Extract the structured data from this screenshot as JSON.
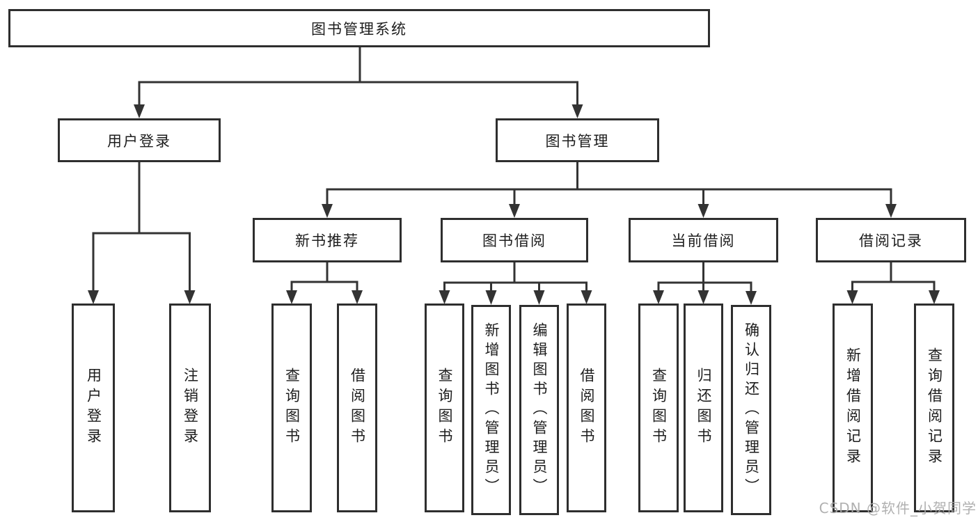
{
  "colors": {
    "line": "#333333",
    "box_border": "#2e2e2e",
    "text": "#1d1d1d",
    "watermark": "#aaaaaa",
    "background": "#ffffff"
  },
  "watermark": "CSDN @软件_小贺同学",
  "tree": {
    "root": {
      "label": "图书管理系统"
    },
    "branches": {
      "user": {
        "label": "用户登录",
        "children": {
          "login": "用户登录",
          "logout": "注销登录"
        }
      },
      "management": {
        "label": "图书管理",
        "groups": {
          "recommend": {
            "label": "新书推荐",
            "children": {
              "query": "查询图书",
              "borrow": "借阅图书"
            }
          },
          "borrowing": {
            "label": "图书借阅",
            "children": {
              "query": "查询图书",
              "add": "新增图书（管理员）",
              "edit": "编辑图书（管理员）",
              "borrow": "借阅图书"
            }
          },
          "current": {
            "label": "当前借阅",
            "children": {
              "query": "查询图书",
              "return": "归还图书",
              "confirm": "确认归还（管理员）"
            }
          },
          "records": {
            "label": "借阅记录",
            "children": {
              "add": "新增借阅记录",
              "query": "查询借阅记录"
            }
          }
        }
      }
    }
  }
}
